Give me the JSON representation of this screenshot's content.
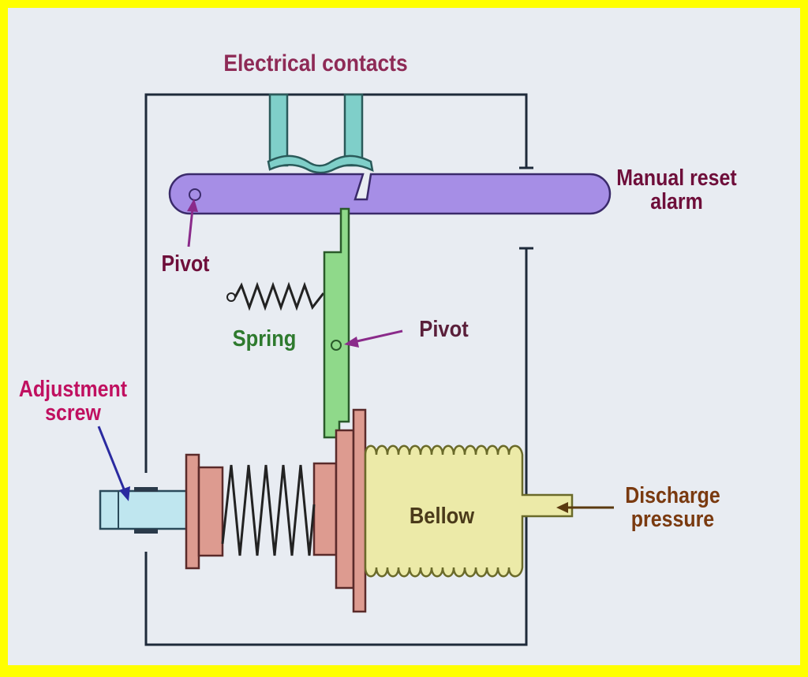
{
  "labels": {
    "electrical_contacts": "Electrical contacts",
    "manual_reset_line1": "Manual reset",
    "manual_reset_line2": "alarm",
    "pivot_top": "Pivot",
    "spring": "Spring",
    "pivot_mid": "Pivot",
    "adjustment_line1": "Adjustment",
    "adjustment_line2": "screw",
    "bellow": "Bellow",
    "discharge_line1": "Discharge",
    "discharge_line2": "pressure"
  },
  "colors": {
    "border": "#ffff00",
    "paper": "#e8ecf2",
    "lever": "#a68ee6",
    "contacts": "#7fcfc9",
    "arm": "#8fd98a",
    "flange": "#dd9b90",
    "bellow": "#eceaa8",
    "screw": "#bfe6ef",
    "frame": "#1e2a3a"
  }
}
